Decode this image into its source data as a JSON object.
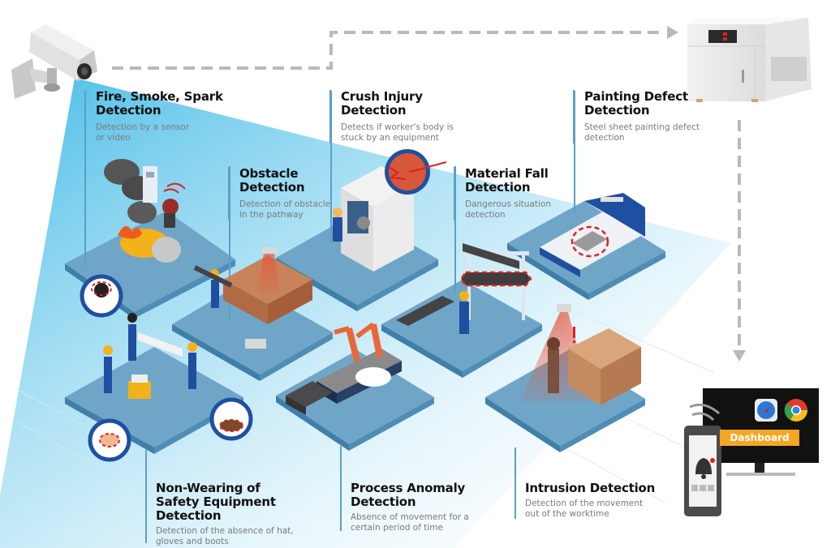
{
  "diagram": {
    "title": "Smart factory safety video analytics",
    "flow": {
      "source": "cctv-camera",
      "processor": "edge-server",
      "outputs": [
        "dashboard-monitor",
        "mobile-alert"
      ]
    },
    "colors": {
      "platform": "#6fa6c8",
      "platform_edge": "#3f7fa8",
      "beam": "#5cc6e8",
      "accent_orange": "#f5a623",
      "alert_red": "#e02020",
      "connector_gray": "#b9b9b9",
      "label_line": "#5aa0c8"
    },
    "dashboard": {
      "button_label": "Dashboard",
      "browser_icons": [
        "safari-icon",
        "chrome-icon"
      ],
      "phone_alert": "bell-icon"
    },
    "detections": [
      {
        "id": "fire",
        "title": "Fire, Smoke, Spark Detection",
        "title_lines": [
          "Fire, Smoke, Spark",
          "Detection"
        ],
        "desc_lines": [
          "Detection by a sensor",
          "or video"
        ]
      },
      {
        "id": "crush",
        "title": "Crush Injury Detection",
        "title_lines": [
          "Crush Injury",
          "Detection"
        ],
        "desc_lines": [
          "Detects if worker's body is",
          "stuck by an equipment"
        ]
      },
      {
        "id": "painting",
        "title": "Painting Defect Detection",
        "title_lines": [
          "Painting Defect",
          "Detection"
        ],
        "desc_lines": [
          "Steel sheet painting defect",
          "detection"
        ]
      },
      {
        "id": "obstacle",
        "title": "Obstacle Detection",
        "title_lines": [
          "Obstacle",
          "Detection"
        ],
        "desc_lines": [
          "Detection of obstacle",
          "in the pathway"
        ]
      },
      {
        "id": "material",
        "title": "Material Fall Detection",
        "title_lines": [
          "Material Fall",
          "Detection"
        ],
        "desc_lines": [
          "Dangerous situation",
          "detection"
        ]
      },
      {
        "id": "ppe",
        "title": "Non-Wearing of Safety Equipment Detection",
        "title_lines": [
          "Non-Wearing of",
          "Safety Equipment",
          "Detection"
        ],
        "desc_lines": [
          "Detection of the absence of hat,",
          "gloves and boots"
        ]
      },
      {
        "id": "process",
        "title": "Process Anomaly Detection",
        "title_lines": [
          "Process Anomaly",
          "Detection"
        ],
        "desc_lines": [
          "Absence of movement for a",
          "certain period of time"
        ]
      },
      {
        "id": "intrusion",
        "title": "Intrusion Detection",
        "title_lines": [
          "Intrusion Detection"
        ],
        "desc_lines": [
          "Detection of the movement",
          "out of the worktime"
        ]
      }
    ]
  }
}
